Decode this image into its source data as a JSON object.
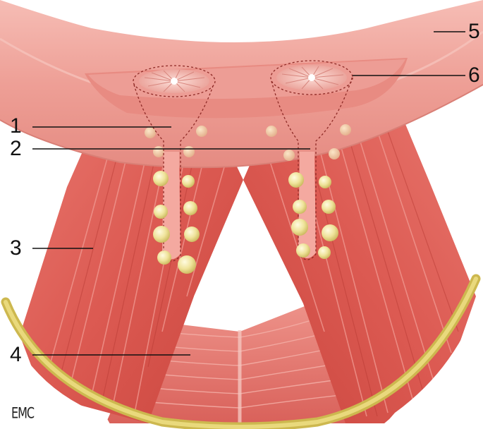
{
  "figure": {
    "labels": [
      {
        "id": "1",
        "text": "1"
      },
      {
        "id": "2",
        "text": "2"
      },
      {
        "id": "3",
        "text": "3"
      },
      {
        "id": "4",
        "text": "4"
      },
      {
        "id": "5",
        "text": "5"
      },
      {
        "id": "6",
        "text": "6"
      }
    ],
    "logo_text": "EMC"
  },
  "colors": {
    "muscle": "#e2625a",
    "muscle_dark": "#c9473f",
    "muscle_light": "#f3a39a",
    "wall": "#eea39b",
    "gland": "#e9dd8a",
    "bone": "#d9c560",
    "leader_line": "#111111"
  }
}
